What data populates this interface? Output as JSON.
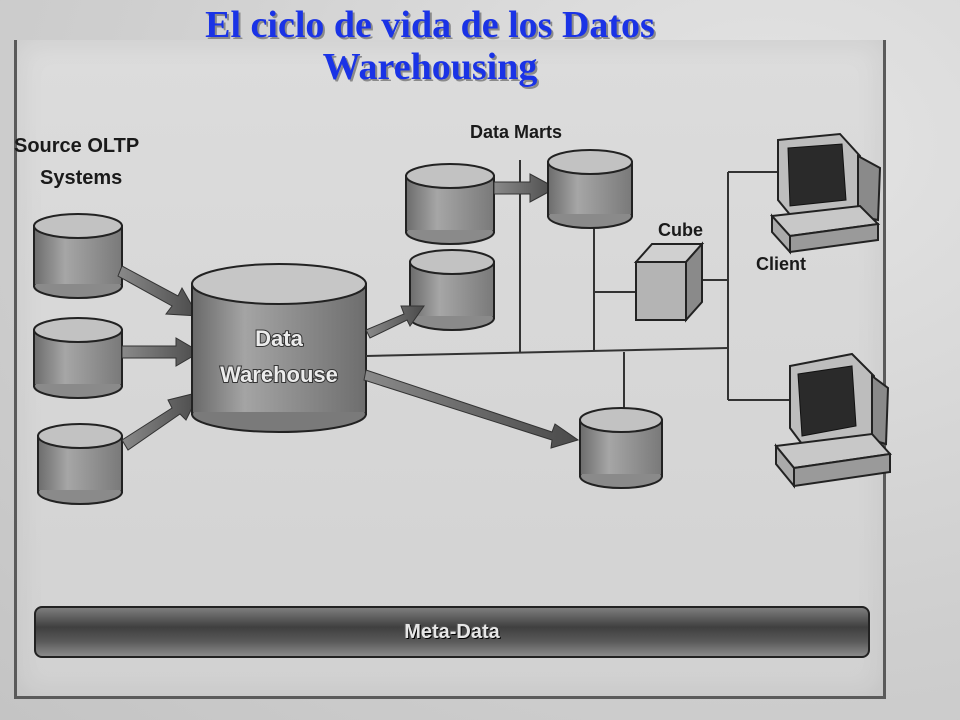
{
  "title": {
    "line1": "El ciclo de vida de los Datos",
    "line2": "Warehousing"
  },
  "diagram": {
    "source_label_line1": "Source OLTP",
    "source_label_line2": "Systems",
    "warehouse_label_line1": "Data",
    "warehouse_label_line2": "Warehouse",
    "data_marts_label": "Data Marts",
    "cube_label": "Cube",
    "client_label": "Client",
    "metadata_label": "Meta-Data"
  },
  "colors": {
    "title": "#1a33e6",
    "cylinder_top": "#b8b8b8",
    "cylinder_body": "#8e8e8e",
    "arrow": "#6e6e6e"
  }
}
